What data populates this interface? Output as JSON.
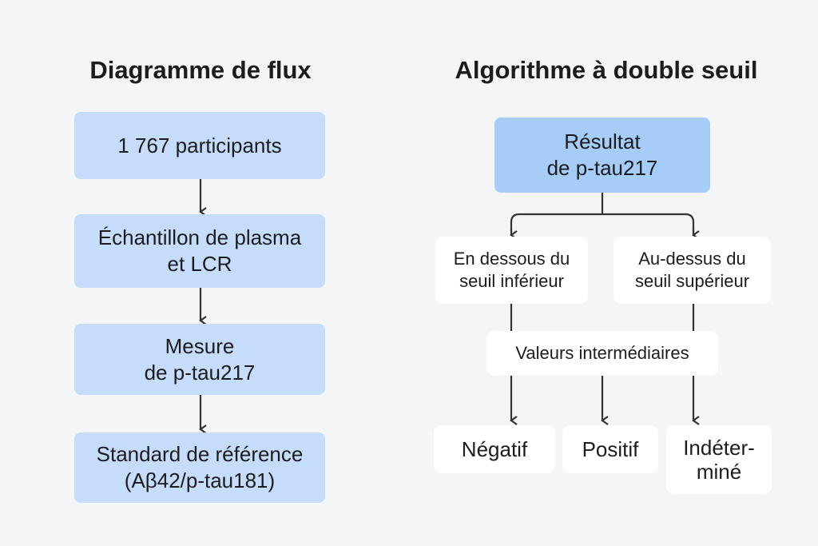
{
  "left": {
    "title": "Diagramme de flux",
    "steps": [
      "1 767 participants",
      "Échantillon de plasma\net LCR",
      "Mesure\nde p-tau217",
      "Standard de référence\n(Aβ42/p-tau181)"
    ]
  },
  "right": {
    "title": "Algorithme à double seuil",
    "root": "Résultat\nde p-tau217",
    "branch_low": "En dessous du\nseuil inférieur",
    "branch_high": "Au-dessus du\nseuil supérieur",
    "middle": "Valeurs intermédiaires",
    "outcomes": [
      "Négatif",
      "Positif",
      "Indéter-\nminé"
    ]
  },
  "colors": {
    "box_blue": "#c5dcfa",
    "box_blue_strong": "#a6cdf7",
    "arrow": "#333333",
    "background": "#f4f5f7"
  }
}
